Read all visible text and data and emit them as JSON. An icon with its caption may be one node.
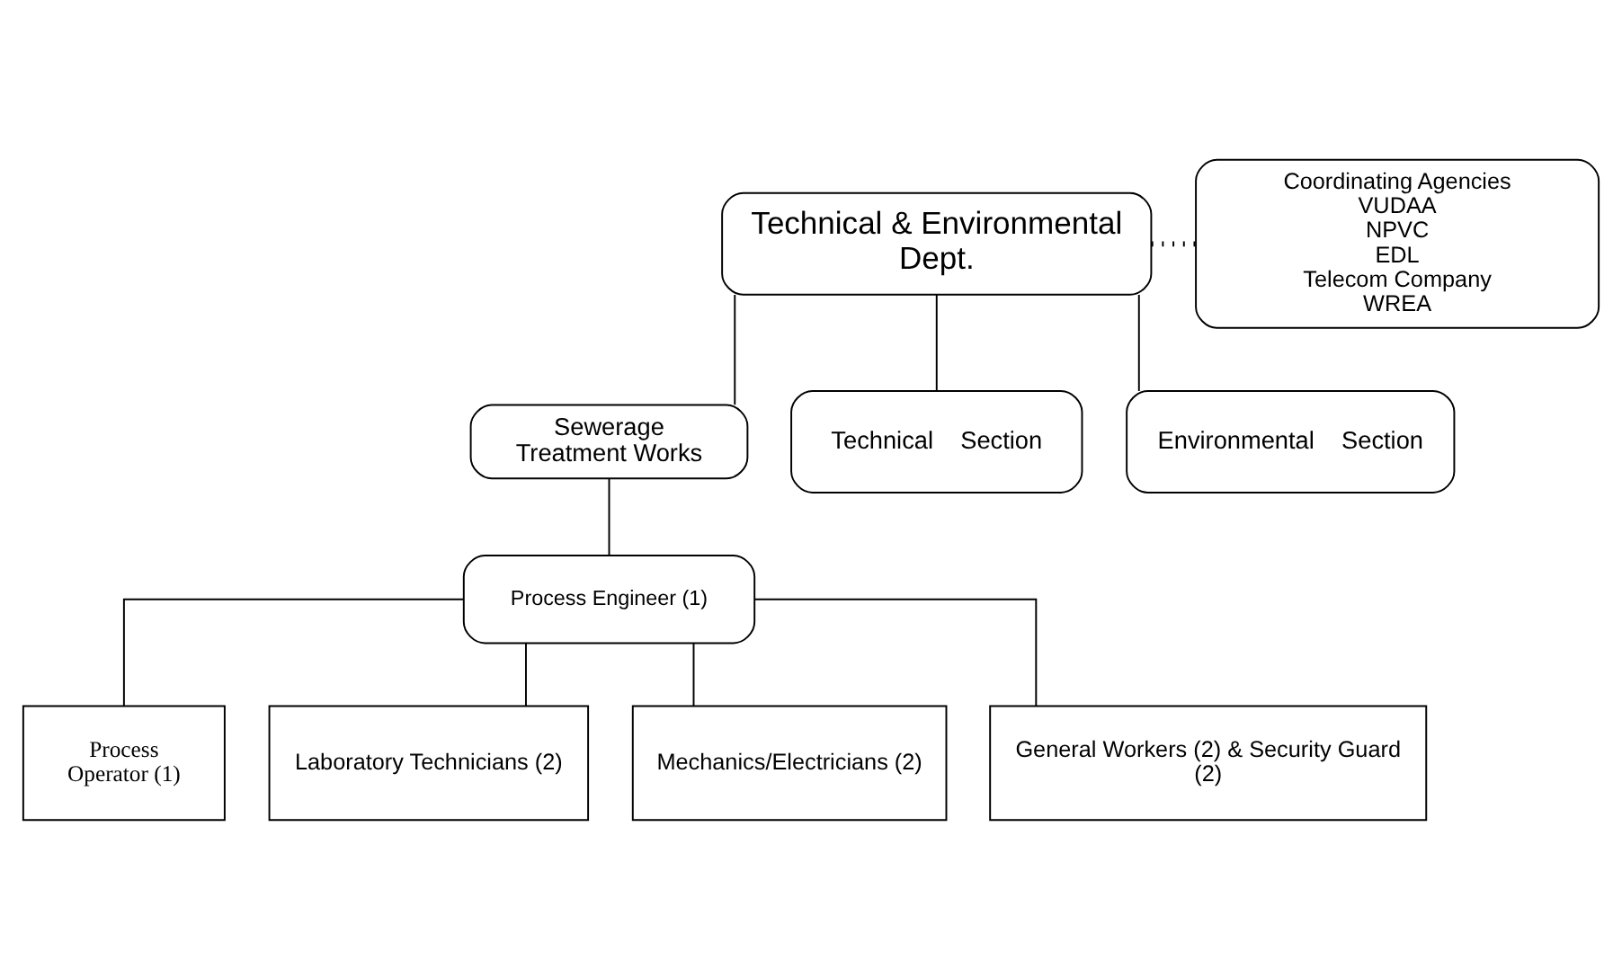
{
  "diagram": {
    "nodes": [
      {
        "text": [
          "Technical & Environmental Dept."
        ]
      },
      {
        "text": [
          "Coordinating Agencies",
          "VUDAA",
          "NPVC",
          "EDL",
          "Telecom Company",
          "WREA"
        ]
      },
      {
        "text": [
          "Sewerage Treatment Works"
        ]
      },
      {
        "text": [
          "Technical    Section"
        ]
      },
      {
        "text": [
          "Environmental    Section"
        ]
      },
      {
        "text": [
          "Process Engineer (1)"
        ]
      },
      {
        "text": [
          "Process Operator (1)"
        ]
      },
      {
        "text": [
          "Laboratory Technicians (2)"
        ]
      },
      {
        "text": [
          "Mechanics/Electricians (2)"
        ]
      },
      {
        "text": [
          "General Workers (2) & Security Guard (2)"
        ]
      }
    ],
    "edges": [
      {
        "from": 0,
        "to": 1,
        "arrow": "none",
        "style": "dashed"
      },
      {
        "from": 0,
        "to": 2,
        "arrow": "none"
      },
      {
        "from": 0,
        "to": 3,
        "arrow": "none"
      },
      {
        "from": 0,
        "to": 4,
        "arrow": "none"
      },
      {
        "from": 2,
        "to": 5,
        "arrow": "none"
      },
      {
        "from": 5,
        "to": 6,
        "arrow": "none"
      },
      {
        "from": 5,
        "to": 7,
        "arrow": "none"
      },
      {
        "from": 5,
        "to": 8,
        "arrow": "none"
      },
      {
        "from": 5,
        "to": 9,
        "arrow": "none"
      }
    ]
  }
}
